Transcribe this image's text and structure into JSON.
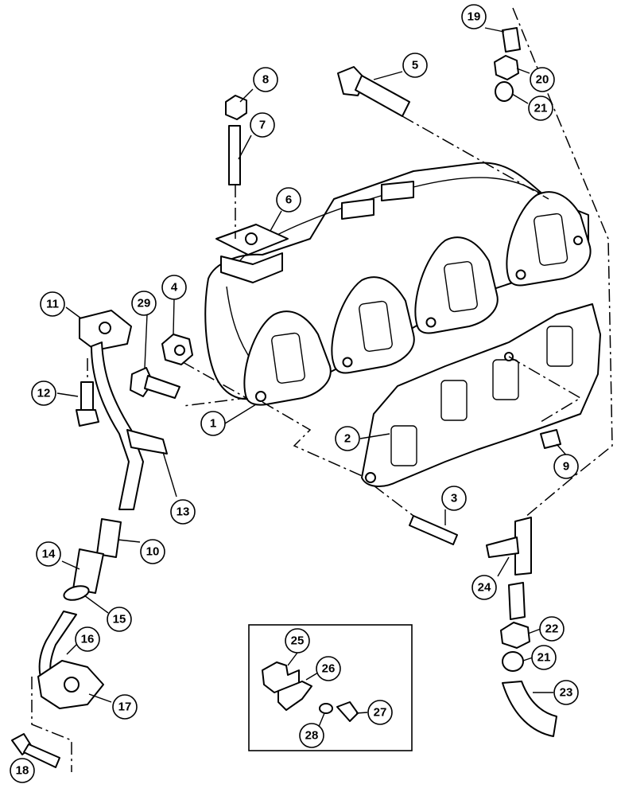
{
  "callouts": [
    {
      "id": "1",
      "label": "1"
    },
    {
      "id": "2",
      "label": "2"
    },
    {
      "id": "3",
      "label": "3"
    },
    {
      "id": "4",
      "label": "4"
    },
    {
      "id": "5",
      "label": "5"
    },
    {
      "id": "6",
      "label": "6"
    },
    {
      "id": "7",
      "label": "7"
    },
    {
      "id": "8",
      "label": "8"
    },
    {
      "id": "9",
      "label": "9"
    },
    {
      "id": "10",
      "label": "10"
    },
    {
      "id": "11",
      "label": "11"
    },
    {
      "id": "12",
      "label": "12"
    },
    {
      "id": "13",
      "label": "13"
    },
    {
      "id": "14",
      "label": "14"
    },
    {
      "id": "15",
      "label": "15"
    },
    {
      "id": "16",
      "label": "16"
    },
    {
      "id": "17",
      "label": "17"
    },
    {
      "id": "18",
      "label": "18"
    },
    {
      "id": "19",
      "label": "19"
    },
    {
      "id": "20",
      "label": "20"
    },
    {
      "id": "21a",
      "label": "21"
    },
    {
      "id": "21b",
      "label": "21"
    },
    {
      "id": "22",
      "label": "22"
    },
    {
      "id": "23",
      "label": "23"
    },
    {
      "id": "24",
      "label": "24"
    },
    {
      "id": "25",
      "label": "25"
    },
    {
      "id": "26",
      "label": "26"
    },
    {
      "id": "27",
      "label": "27"
    },
    {
      "id": "28",
      "label": "28"
    },
    {
      "id": "29",
      "label": "29"
    }
  ]
}
